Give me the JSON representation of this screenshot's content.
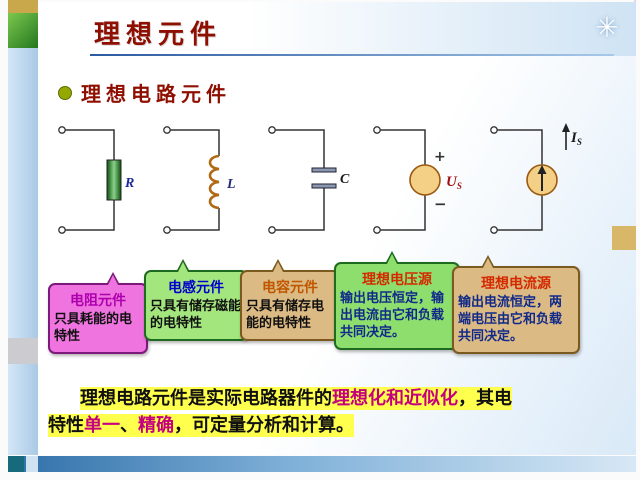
{
  "title": "理想元件",
  "heading": "理想电路元件",
  "icons": {
    "sun_glyph": "✳"
  },
  "components": [
    {
      "type": "resistor",
      "label_main": "R",
      "label_sub": "",
      "name": "电阻元件",
      "desc": "只具耗能的电特性"
    },
    {
      "type": "inductor",
      "label_main": "L",
      "label_sub": "",
      "name": "电感元件",
      "desc": "只具有储存磁能的电特性"
    },
    {
      "type": "capacitor",
      "label_main": "C",
      "label_sub": "",
      "name": "电容元件",
      "desc": "只具有储存电能的电特性"
    },
    {
      "type": "voltage-source",
      "label_main": "U",
      "label_sub": "S",
      "plus": "+",
      "minus": "−",
      "name": "理想电压源",
      "desc": "输出电压恒定，输出电流由它和负载共同决定。"
    },
    {
      "type": "current-source",
      "label_main": "I",
      "label_sub": "S",
      "name": "理想电流源",
      "desc": "输出电流恒定，两端电压由它和负载共同决定。"
    }
  ],
  "summary": {
    "full_text": "理想电路元件是实际电路器件的理想化和近似化，其电特性单一、精确，可定量分析和计算。",
    "segments": [
      {
        "text": "理想电路元件是实际电路器件的",
        "color": "black"
      },
      {
        "text": "理想化和近似化",
        "color": "magenta"
      },
      {
        "text": "，其电",
        "color": "black"
      },
      {
        "text": "特性",
        "color": "black"
      },
      {
        "text": "单一",
        "color": "magenta"
      },
      {
        "text": "、",
        "color": "black"
      },
      {
        "text": "精确",
        "color": "magenta"
      },
      {
        "text": "，可定量分析和计算。",
        "color": "black"
      }
    ]
  },
  "colors": {
    "title": "#8e0e00",
    "highlight": "#ffff4d",
    "emphasis": "#c4007e",
    "bubble_pink": "#ef74df",
    "bubble_green": "#a3e67e",
    "bubble_tan": "#dcba84",
    "resistor_green": "#0a520a",
    "coil_orange": "#b06a14",
    "source_fill": "#f4cf86"
  }
}
